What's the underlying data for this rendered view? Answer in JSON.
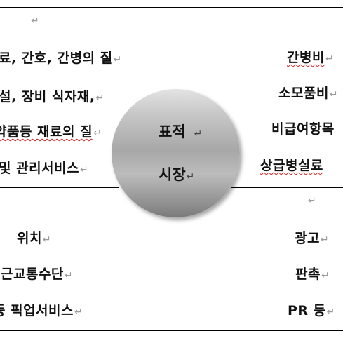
{
  "return_mark": "↵",
  "center": {
    "line1": "표적",
    "line2": "시장"
  },
  "top_left": {
    "lines": [
      "료, 간호, 간병의 질",
      "설, 장비 식자재,",
      "약품등 재료의 질",
      "및 관리서비스"
    ]
  },
  "top_right": {
    "lines": [
      "간병비",
      "소모품비",
      "비급여항목",
      "상급병실료"
    ]
  },
  "bottom_left": {
    "lines": [
      "위치",
      "근교통수단",
      "등 픽업서비스"
    ]
  },
  "bottom_right": {
    "lines": [
      "광고",
      "판촉",
      "PR 등"
    ]
  }
}
